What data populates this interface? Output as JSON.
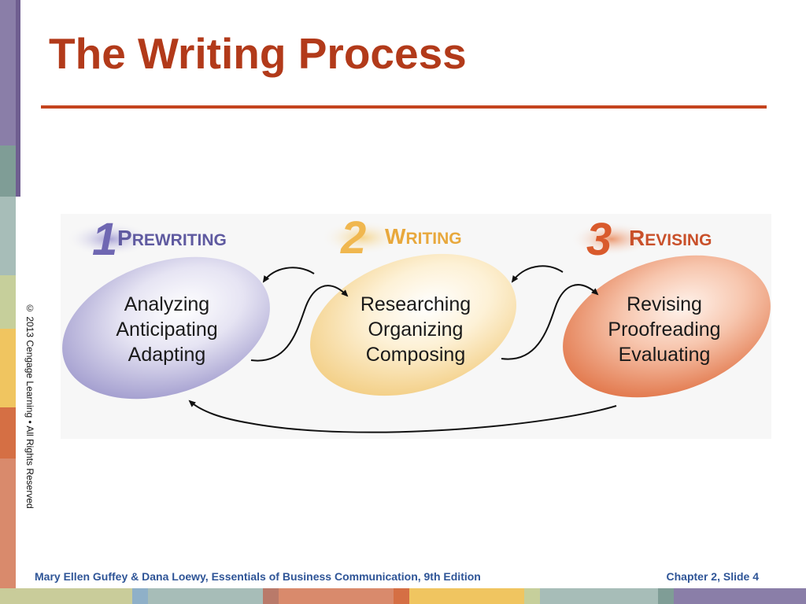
{
  "title": "The Writing Process",
  "copyright": "© 2013 Cengage Learning  •  All Rights Reserved",
  "footer": {
    "citation": "Mary Ellen Guffey & Dana Loewy, Essentials of Business Communication, 9th Edition",
    "slide": "Chapter 2, Slide 4"
  },
  "steps": [
    {
      "number": "1",
      "label_initial": "P",
      "label_rest": "REWRITING",
      "tasks": [
        "Analyzing",
        "Anticipating",
        "Adapting"
      ],
      "color": "#8c86c4"
    },
    {
      "number": "2",
      "label_initial": "W",
      "label_rest": "RITING",
      "tasks": [
        "Researching",
        "Organizing",
        "Composing"
      ],
      "color": "#f2c26a"
    },
    {
      "number": "3",
      "label_initial": "R",
      "label_rest": "EVISING",
      "tasks": [
        "Revising",
        "Proofreading",
        "Evaluating"
      ],
      "color": "#e0693d"
    }
  ],
  "colors": {
    "title": "#b23a1a",
    "footer_text": "#2f5597",
    "rule": "#c4441e"
  }
}
